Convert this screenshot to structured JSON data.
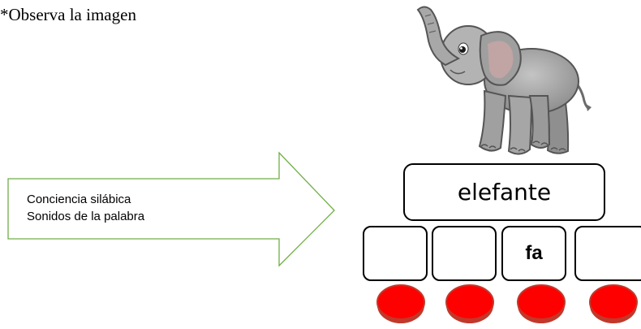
{
  "instruction": {
    "text": "*Observa la imagen"
  },
  "arrow": {
    "line1": "Conciencia silábica",
    "line2": "Sonidos de la palabra",
    "border_color": "#70ad47"
  },
  "elephant": {
    "icon": "elephant-illustration"
  },
  "word": {
    "text": "elefante"
  },
  "syllables": [
    "",
    "",
    "fa",
    ""
  ],
  "counters": {
    "count": 4,
    "color": "#ff0000",
    "rim_color": "#c0392b"
  }
}
